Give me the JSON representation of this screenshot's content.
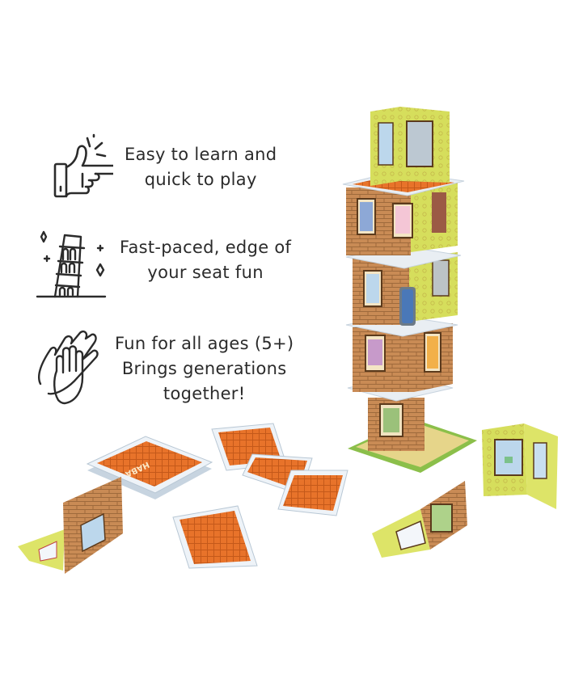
{
  "features": [
    {
      "icon": "pointing-hand-icon",
      "lines": [
        "Easy to learn and",
        "quick to play"
      ]
    },
    {
      "icon": "leaning-tower-icon",
      "lines": [
        "Fast-paced, edge of",
        "your seat fun"
      ]
    },
    {
      "icon": "hands-icon",
      "lines": [
        "Fun for all ages (5+)",
        "Brings generations",
        "together!"
      ]
    }
  ],
  "product": {
    "card_brand": "HABA",
    "colors": {
      "text": "#2b2b2b",
      "roof_orange": "#e8732a",
      "brick": "#c98b55",
      "wall_yellow": "#d9e05a",
      "card_edge": "#d8e4ee",
      "grass": "#8bbf4a"
    }
  }
}
